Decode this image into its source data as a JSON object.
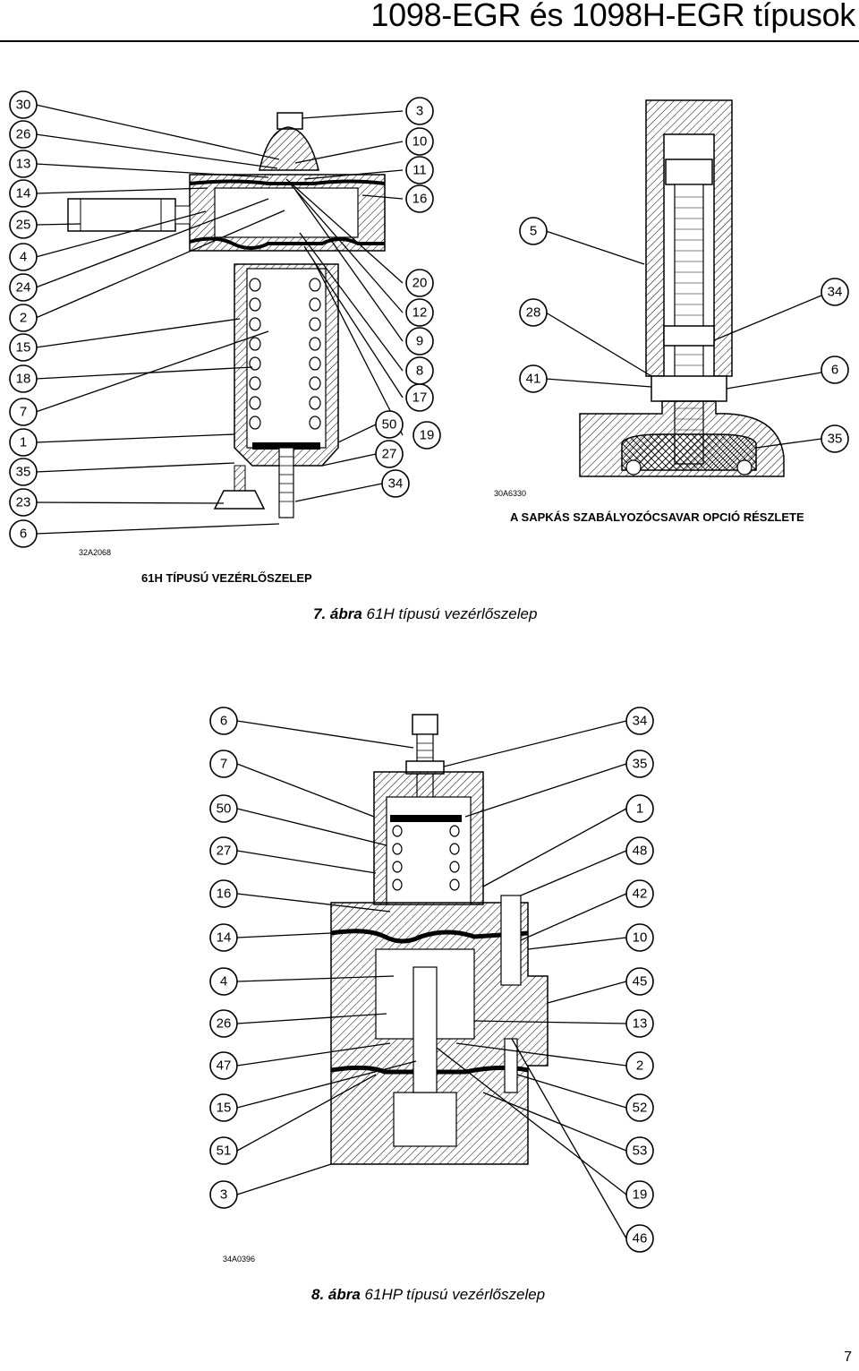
{
  "header": {
    "title": "1098-EGR és 1098H-EGR típusok"
  },
  "figure7": {
    "drawing_code_main": "32A2068",
    "drawing_code_detail": "30A6330",
    "main_caption": "61H TÍPUSÚ VEZÉRLŐSZELEP",
    "detail_caption": "A SAPKÁS SZABÁLYOZÓCSAVAR OPCIÓ RÉSZLETE",
    "caption_number": "7. ábra",
    "caption_text": "61H típusú vezérlőszelep",
    "callouts_left": [
      "30",
      "26",
      "13",
      "14",
      "25",
      "4",
      "24",
      "2",
      "15",
      "18",
      "7",
      "1",
      "35",
      "23",
      "6"
    ],
    "callouts_right": [
      "3",
      "10",
      "11",
      "16",
      "20",
      "12",
      "9",
      "8",
      "17",
      "19"
    ],
    "callouts_inner": [
      "50",
      "27",
      "34"
    ],
    "callouts_detail_left": [
      "5",
      "28",
      "41"
    ],
    "callouts_detail_right": [
      "34",
      "6",
      "35"
    ]
  },
  "figure8": {
    "drawing_code": "34A0396",
    "caption_number": "8. ábra",
    "caption_text": "61HP típusú vezérlőszelep",
    "callouts_left": [
      "6",
      "7",
      "50",
      "27",
      "16",
      "14",
      "4",
      "26",
      "47",
      "15",
      "51",
      "3"
    ],
    "callouts_right": [
      "34",
      "35",
      "1",
      "48",
      "42",
      "10",
      "45",
      "13",
      "2",
      "52",
      "53",
      "19",
      "46"
    ]
  },
  "footer": {
    "page_number": "7"
  }
}
